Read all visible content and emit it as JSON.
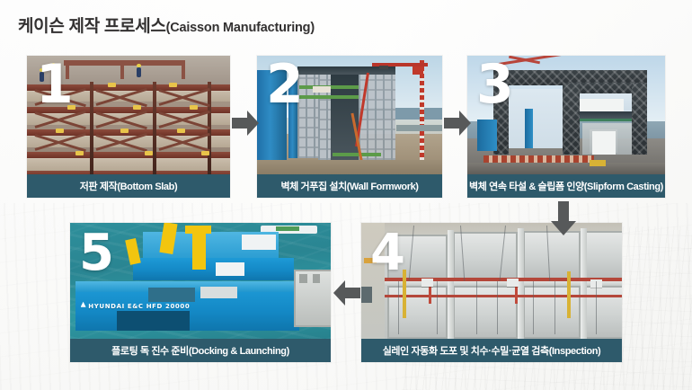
{
  "title": {
    "ko": "케이슨 제작 프로세스",
    "en": "(Caisson Manufacturing)"
  },
  "colors": {
    "caption_bar": "#2e5a6b",
    "arrow": "#57595a",
    "page_background": "#f4f4f2",
    "number_text": "#ffffff",
    "title_text": "#333131"
  },
  "steps": [
    {
      "number": "1",
      "caption": "저판 제작(Bottom Slab)",
      "caption_ko": "저판 제작",
      "caption_en": "(Bottom Slab)",
      "image_description": "bottom-slab-formwork-photo"
    },
    {
      "number": "2",
      "caption": "벽체 거푸집 설치(Wall Formwork)",
      "caption_ko": "벽체 거푸집 설치",
      "caption_en": "(Wall Formwork)",
      "image_description": "wall-formwork-photo"
    },
    {
      "number": "3",
      "caption": "벽체 연속 타설 & 슬립폼 인양(Slipform Casting)",
      "caption_ko": "벽체 연속 타설 & 슬립폼 인양",
      "caption_en": "(Slipform Casting)",
      "image_description": "slipform-casting-photo"
    },
    {
      "number": "4",
      "caption": "실레인 자동화 도포 및 치수·수밀·균열 검측(Inspection)",
      "caption_ko": "실레인 자동화 도포 및 치수·수밀·균열 검측",
      "caption_en": "(Inspection)",
      "image_description": "caisson-inspection-photo"
    },
    {
      "number": "5",
      "caption": "플로팅 독 진수 준비(Docking & Launching)",
      "caption_ko": "플로팅 독 진수 준비",
      "caption_en": "(Docking & Launching)",
      "image_description": "floating-dock-launching-photo",
      "vessel_marking": "HYUNDAI E&C   HFD 20000"
    }
  ],
  "arrows": [
    {
      "id": "arrow-1-to-2",
      "direction": "right"
    },
    {
      "id": "arrow-2-to-3",
      "direction": "right"
    },
    {
      "id": "arrow-3-to-4",
      "direction": "down"
    },
    {
      "id": "arrow-4-to-5",
      "direction": "left"
    }
  ]
}
